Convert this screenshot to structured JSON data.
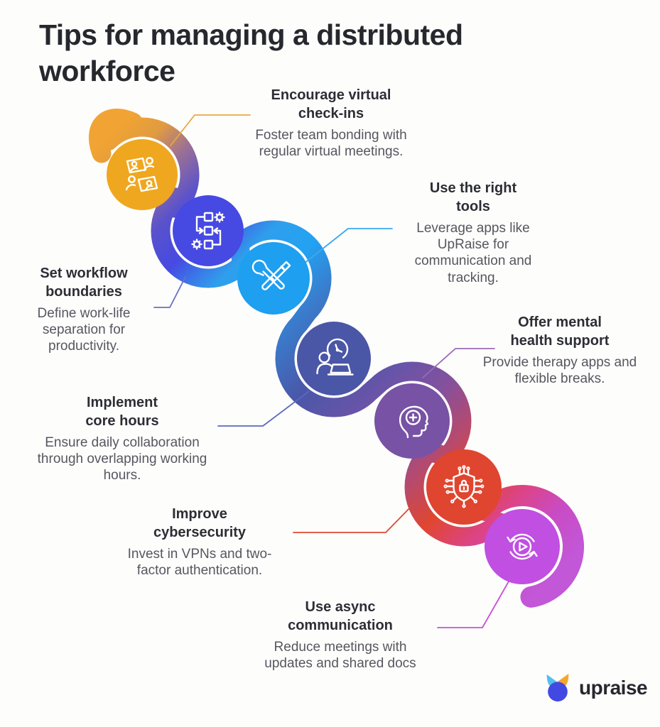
{
  "title": "Tips for managing a distributed workforce",
  "tips": [
    {
      "title_lines": [
        "Encourage virtual",
        "check-ins"
      ],
      "description": "Foster team bonding with regular virtual meetings.",
      "icon": "video-meeting",
      "circle_color": "#EFA71F",
      "connector_color": "#E9A93C"
    },
    {
      "title_lines": [
        "Set workflow",
        "boundaries"
      ],
      "description": "Define work-life separation for productivity.",
      "icon": "workflow-blocks",
      "circle_color": "#4649E2",
      "connector_color": "#6A6FC9"
    },
    {
      "title_lines": [
        "Use the right",
        "tools"
      ],
      "description": "Leverage apps like UpRaise for communication and tracking.",
      "icon": "crossed-tools",
      "circle_color": "#1E9FF0",
      "connector_color": "#3AA9EE"
    },
    {
      "title_lines": [
        "Implement",
        "core hours"
      ],
      "description": "Ensure daily collaboration through overlapping working hours.",
      "icon": "person-clock-laptop",
      "circle_color": "#4A56A6",
      "connector_color": "#5C68C0"
    },
    {
      "title_lines": [
        "Offer mental",
        "health support"
      ],
      "description": "Provide therapy apps and flexible breaks.",
      "icon": "mental-health-head",
      "circle_color": "#7852A5",
      "connector_color": "#9A6BB5"
    },
    {
      "title_lines": [
        "Improve",
        "cybersecurity"
      ],
      "description": "Invest in VPNs and two-factor authentication.",
      "icon": "cybersecurity-shield",
      "circle_color": "#E0452F",
      "connector_color": "#DD4A33"
    },
    {
      "title_lines": [
        "Use async",
        "communication"
      ],
      "description": "Reduce meetings with updates and shared docs",
      "icon": "async-play-refresh",
      "circle_color": "#C04FE2",
      "connector_color": "#C850D8"
    }
  ],
  "brand": {
    "name": "upraise",
    "logo_blue": "#4149E2",
    "logo_lightblue": "#54BEEF",
    "logo_orange": "#F6A62B"
  }
}
